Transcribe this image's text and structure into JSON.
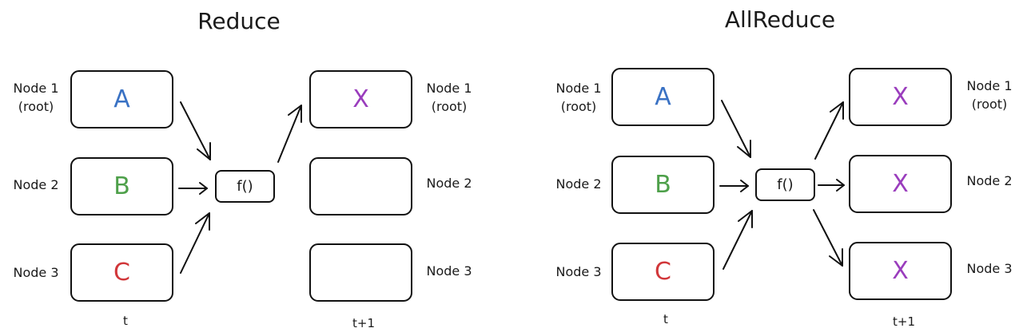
{
  "colors": {
    "blue": "#3a72c4",
    "green": "#4ea04a",
    "red": "#d1373a",
    "purple": "#9a3dbd"
  },
  "reduce": {
    "title": "Reduce",
    "inputs": [
      {
        "label_line1": "Node 1",
        "label_line2": "(root)",
        "value": "A"
      },
      {
        "label_line1": "Node 2",
        "label_line2": "",
        "value": "B"
      },
      {
        "label_line1": "Node 3",
        "label_line2": "",
        "value": "C"
      }
    ],
    "function_label": "f()",
    "outputs": [
      {
        "label_line1": "Node 1",
        "label_line2": "(root)",
        "value": "X"
      },
      {
        "label_line1": "Node 2",
        "label_line2": "",
        "value": ""
      },
      {
        "label_line1": "Node 3",
        "label_line2": "",
        "value": ""
      }
    ],
    "time_in": "t",
    "time_out": "t+1"
  },
  "allreduce": {
    "title": "AllReduce",
    "inputs": [
      {
        "label_line1": "Node 1",
        "label_line2": "(root)",
        "value": "A"
      },
      {
        "label_line1": "Node 2",
        "label_line2": "",
        "value": "B"
      },
      {
        "label_line1": "Node 3",
        "label_line2": "",
        "value": "C"
      }
    ],
    "function_label": "f()",
    "outputs": [
      {
        "label_line1": "Node 1",
        "label_line2": "(root)",
        "value": "X"
      },
      {
        "label_line1": "Node 2",
        "label_line2": "",
        "value": "X"
      },
      {
        "label_line1": "Node 3",
        "label_line2": "",
        "value": "X"
      }
    ],
    "time_in": "t",
    "time_out": "t+1"
  }
}
